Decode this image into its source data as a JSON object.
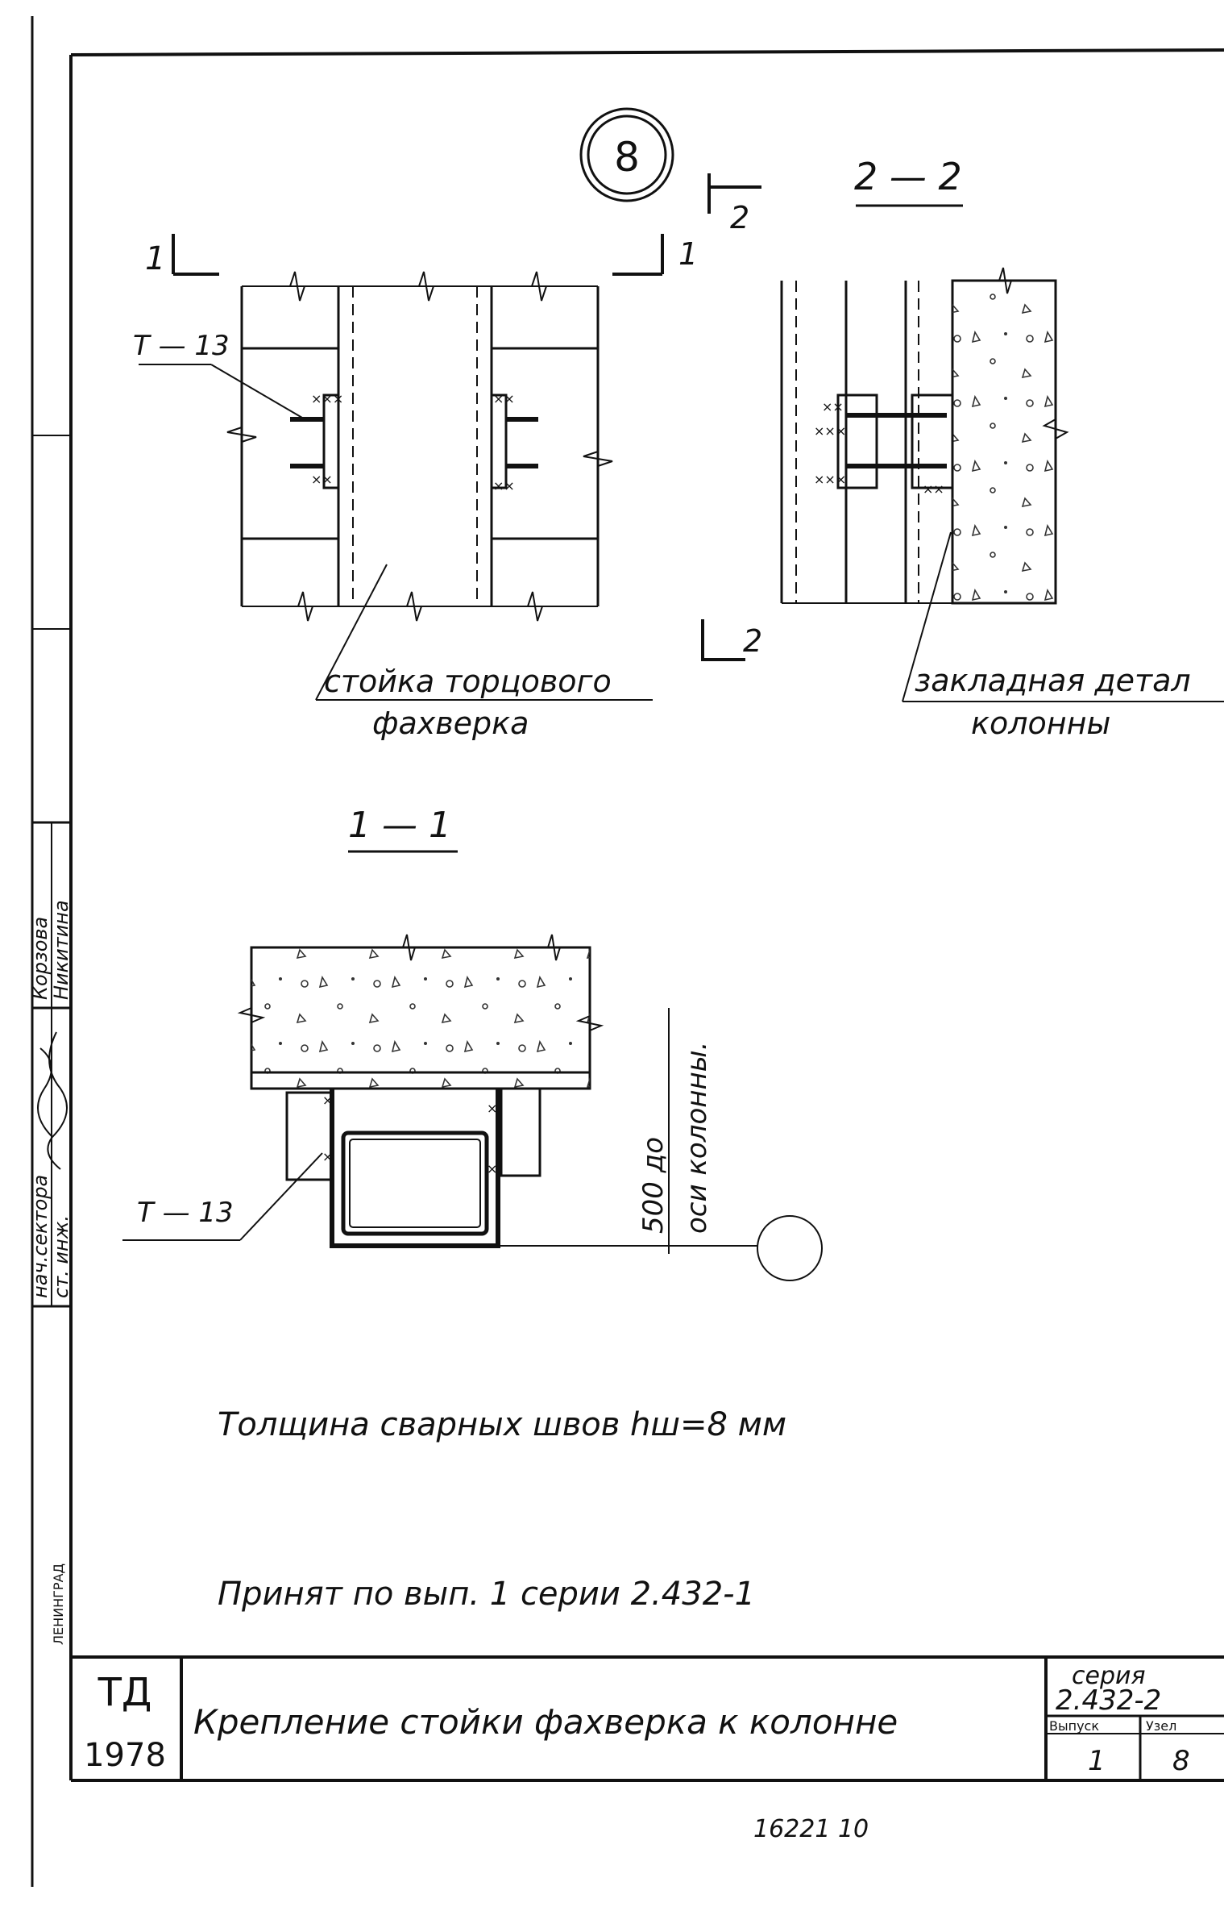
{
  "sheet": {
    "node_number": "8",
    "section_2_mark": "2",
    "section_1_mark": "1",
    "section_2_title": "2 — 2",
    "section_1_title": "1 — 1",
    "callout_t13_top": "Т — 13",
    "callout_t13_bottom": "Т — 13",
    "label_post_line1": "стойка торцового",
    "label_post_line2": "фахверка",
    "label_embed_line1": "закладная детал",
    "label_embed_line2": "колонны",
    "dimension_line1": "500 до",
    "dimension_line2": "оси колонны.",
    "note_weld": "Толщина сварных швов hш=8 мм",
    "note_accepted": "Принят по вып. 1 серии 2.432-1"
  },
  "side_stamp": {
    "role_1": "нач.сектора",
    "role_2": "ст. инж.",
    "name_1": "Корзова",
    "name_2": "Никитина",
    "city": "ЛЕНИНГРАД"
  },
  "title_block": {
    "org": "ТД",
    "year": "1978",
    "title": "Крепление стойки фахверка к колонне",
    "series_label": "серия",
    "series_value": "2.432-2",
    "issue_label": "Выпуск",
    "issue_value": "1",
    "node_label": "Узел",
    "node_value": "8"
  },
  "footer": {
    "inventory": "16221 10"
  }
}
